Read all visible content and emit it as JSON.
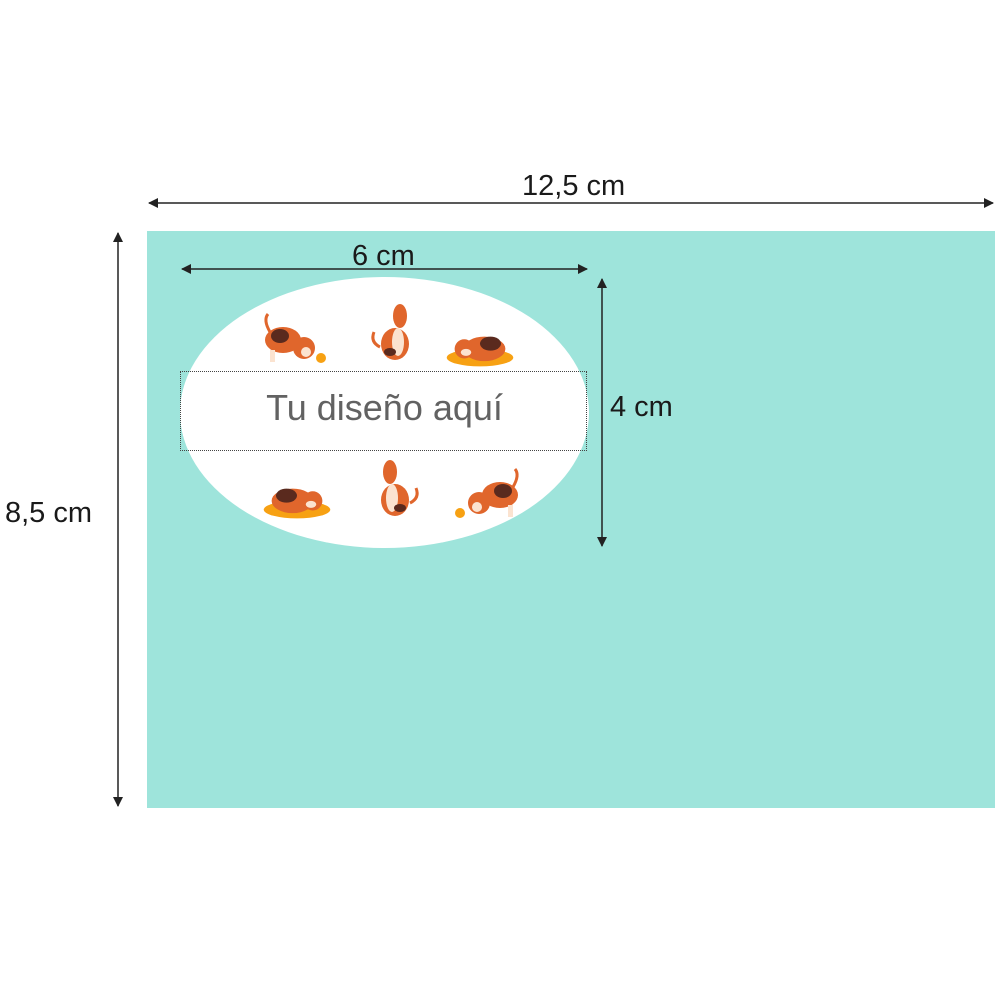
{
  "colors": {
    "sheet": "#9ee4db",
    "label_bg": "#ffffff",
    "arrow": "#222222",
    "text": "#626262"
  },
  "dimensions": {
    "sheet_width": "12,5 cm",
    "sheet_height": "8,5 cm",
    "label_width": "6 cm",
    "label_height": "4 cm"
  },
  "label": {
    "placeholder_text": "Tu diseño aquí",
    "decorations": [
      "dog-playing-icon",
      "dog-howling-icon",
      "dog-sleeping-icon",
      "dog-sleeping-icon",
      "dog-howling-icon",
      "dog-playing-icon"
    ]
  }
}
